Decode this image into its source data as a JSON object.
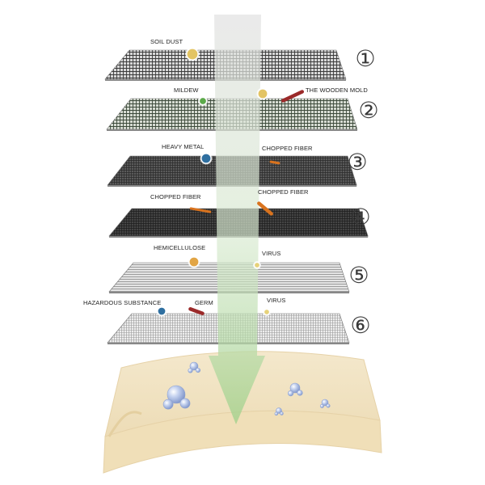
{
  "layers": [
    {
      "number": "①",
      "style": "fine-dark",
      "particles": [
        {
          "label": "SOIL DUST",
          "kind": "sphere",
          "color": "#e3c463"
        }
      ]
    },
    {
      "number": "②",
      "style": "fine-green",
      "particles": [
        {
          "label": "MILDEW",
          "kind": "sphere",
          "color": "#5caa4a"
        },
        {
          "label": "THE WOODEN MOLD",
          "kind": "rod",
          "color": "#9b2a2a"
        },
        {
          "label": "",
          "kind": "sphere",
          "color": "#e3c463"
        }
      ]
    },
    {
      "number": "③",
      "style": "dense-dark",
      "particles": [
        {
          "label": "HEAVY METAL",
          "kind": "sphere",
          "color": "#2f6fa0"
        },
        {
          "label": "CHOPPED FIBER",
          "kind": "fiber",
          "color": "#d9731e"
        }
      ]
    },
    {
      "number": "④",
      "style": "carbon",
      "particles": [
        {
          "label": "CHOPPED FIBER",
          "kind": "fiber",
          "color": "#d9731e"
        },
        {
          "label": "CHOPPED FIBER",
          "kind": "rod",
          "color": "#d9731e"
        }
      ]
    },
    {
      "number": "⑤",
      "style": "pleated",
      "particles": [
        {
          "label": "HEMICELLULOSE",
          "kind": "sphere",
          "color": "#e2a545"
        },
        {
          "label": "VIRUS",
          "kind": "sphere",
          "color": "#e6d27a"
        }
      ]
    },
    {
      "number": "⑥",
      "style": "fine-light",
      "particles": [
        {
          "label": "HAZARDOUS SUBSTANCE",
          "kind": "sphere",
          "color": "#2f6fa0"
        },
        {
          "label": "GERM",
          "kind": "rod",
          "color": "#9b2a2a"
        },
        {
          "label": "VIRUS",
          "kind": "sphere",
          "color": "#e6d27a"
        }
      ]
    }
  ],
  "colors": {
    "arrow_top": "#d9d9d9",
    "arrow_bottom": "#9fd08a",
    "base_fill": "#f1e3c4",
    "base_edge": "#e6d2a8",
    "molecule": "#9fb2dc"
  }
}
